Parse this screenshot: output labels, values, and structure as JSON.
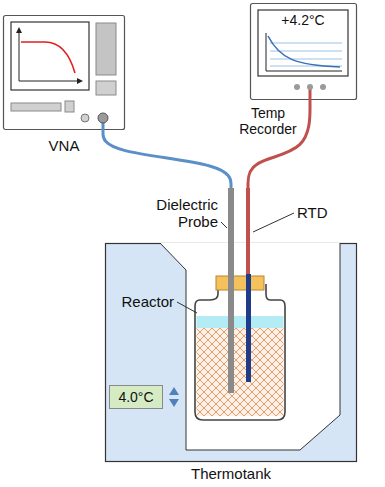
{
  "diagram": {
    "nodes": [
      {
        "text": [
          "VNA"
        ]
      },
      {
        "text": [
          "+4.2°C",
          "Temp Recorder"
        ]
      },
      {
        "text": [
          "Thermotank"
        ]
      },
      {
        "text": [
          "Reactor"
        ],
        "in": 2
      },
      {
        "text": [
          "4.0°C"
        ],
        "in": 2
      }
    ],
    "edges": [
      {
        "from": 0,
        "to": 3,
        "arrow": "none"
      },
      {
        "from": 1,
        "to": 3,
        "arrow": "none"
      }
    ],
    "labels": [
      "Dielectric Probe",
      "RTD"
    ]
  }
}
